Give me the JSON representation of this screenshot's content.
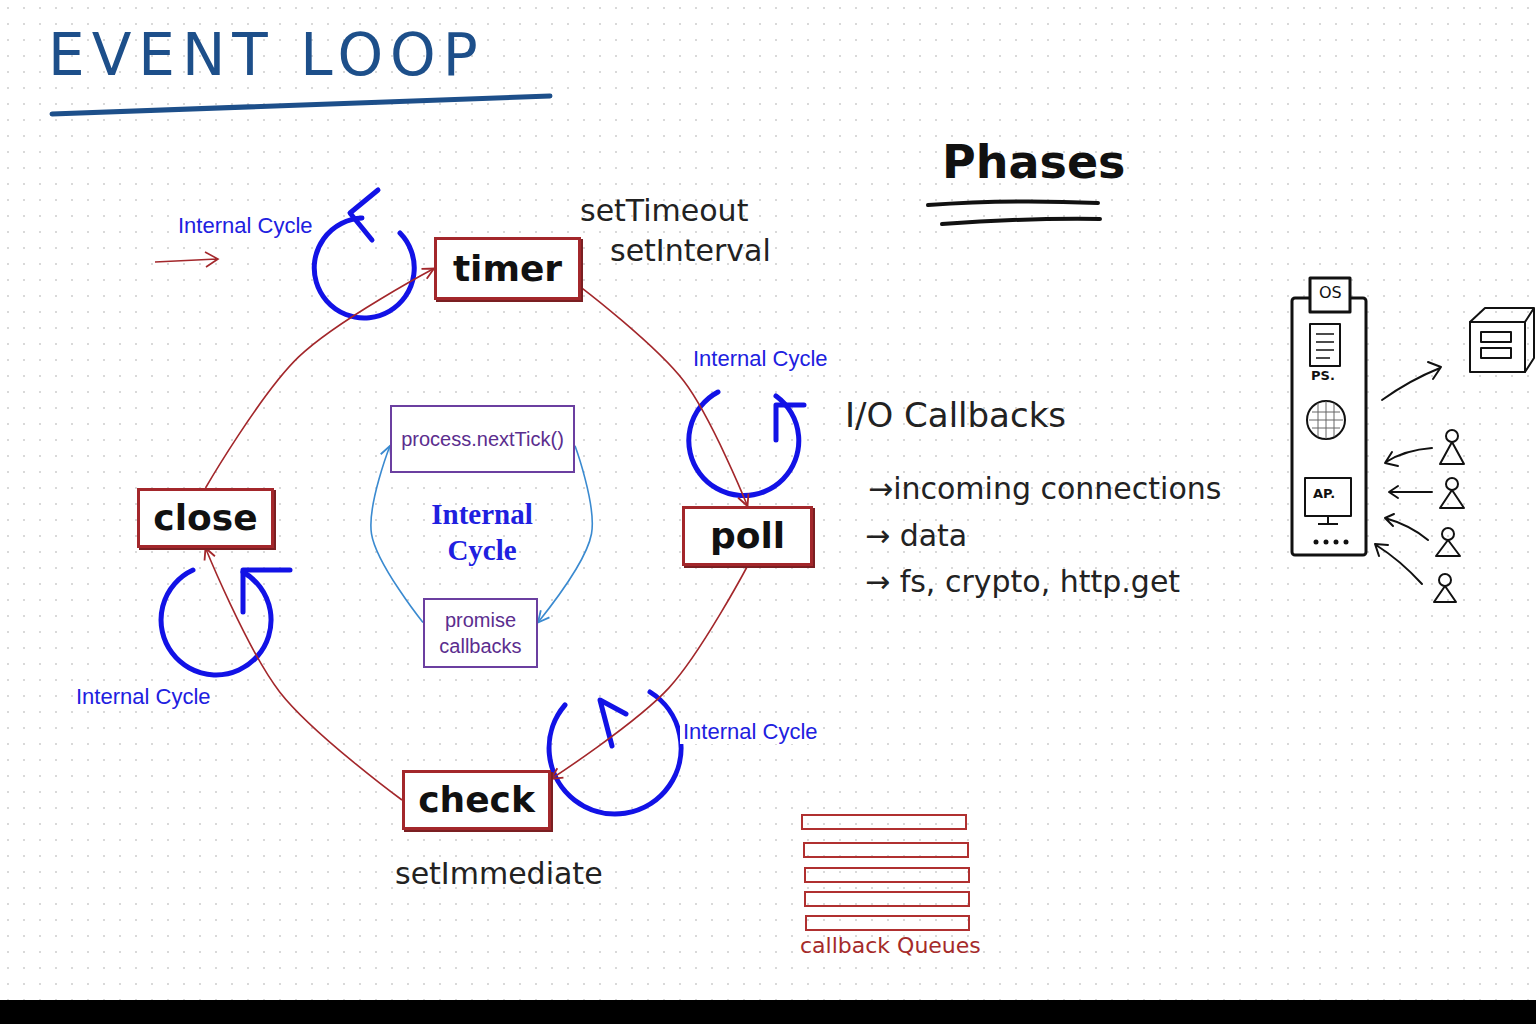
{
  "diagram": {
    "title": "EVENT LOOP",
    "nodes": [
      {
        "text": [
          "timer"
        ]
      },
      {
        "text": [
          "poll"
        ]
      },
      {
        "text": [
          "check"
        ]
      },
      {
        "text": [
          "close"
        ]
      },
      {
        "text": [
          "process.nextTick()"
        ]
      },
      {
        "text": [
          "promise callbacks"
        ]
      }
    ],
    "edges": [
      {
        "from": 0,
        "to": 1,
        "arrow": "to"
      },
      {
        "from": 1,
        "to": 2,
        "arrow": "to"
      },
      {
        "from": 2,
        "to": 3,
        "arrow": "to"
      },
      {
        "from": 3,
        "to": 0,
        "arrow": "to"
      },
      {
        "from": 4,
        "to": 5,
        "arrow": "to"
      },
      {
        "from": 5,
        "to": 4,
        "arrow": "to"
      }
    ],
    "labels": [
      "Internal Cycle",
      "setTimeout",
      "setInterval",
      "Phases",
      "Internal Cycle",
      "I/O Callbacks",
      "→incoming connections",
      "→ data",
      "→ fs, crypto, http.get",
      "Internal Cycle",
      "Internal Cycle",
      "Internal Cycle",
      "setImmediate",
      "callback Queues",
      "OS",
      "PS.",
      "AP."
    ]
  }
}
